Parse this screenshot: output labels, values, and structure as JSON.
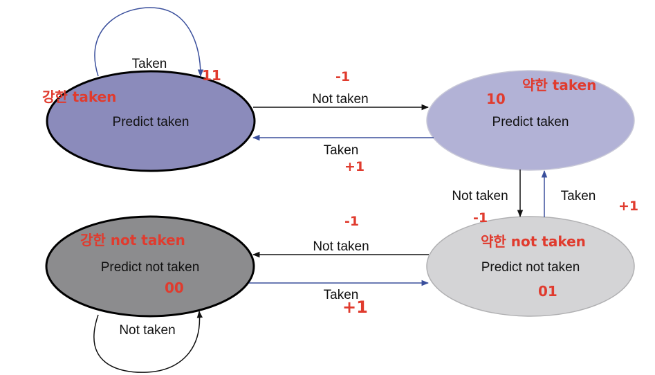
{
  "states": {
    "strong_taken": {
      "label": "Predict taken",
      "code": "11",
      "name_kr": "강한 taken",
      "fill": "#8b8bbb"
    },
    "weak_taken": {
      "label": "Predict taken",
      "code": "10",
      "name_kr": "약한 taken",
      "fill": "#b2b2d6"
    },
    "strong_not_taken": {
      "label": "Predict not taken",
      "code": "00",
      "name_kr": "강한 not taken",
      "fill": "#8c8c8e"
    },
    "weak_not_taken": {
      "label": "Predict not taken",
      "code": "01",
      "name_kr": "약한 not taken",
      "fill": "#d4d4d6"
    }
  },
  "transitions": {
    "st_self": {
      "label": "Taken"
    },
    "st_to_wt": {
      "label": "Not taken",
      "delta": "-1"
    },
    "wt_to_st": {
      "label": "Taken",
      "delta": "+1"
    },
    "wt_to_wnt": {
      "label": "Not taken",
      "delta": "-1"
    },
    "wnt_to_wt": {
      "label": "Taken",
      "delta": "+1"
    },
    "wnt_to_snt": {
      "label": "Not taken",
      "delta": "-1"
    },
    "snt_to_wnt": {
      "label": "Taken",
      "delta": "+1"
    },
    "snt_self": {
      "label": "Not taken"
    }
  },
  "colors": {
    "annotation": "#e03b2e",
    "arrow_black": "#111111",
    "arrow_blue": "#3a4f9c"
  }
}
